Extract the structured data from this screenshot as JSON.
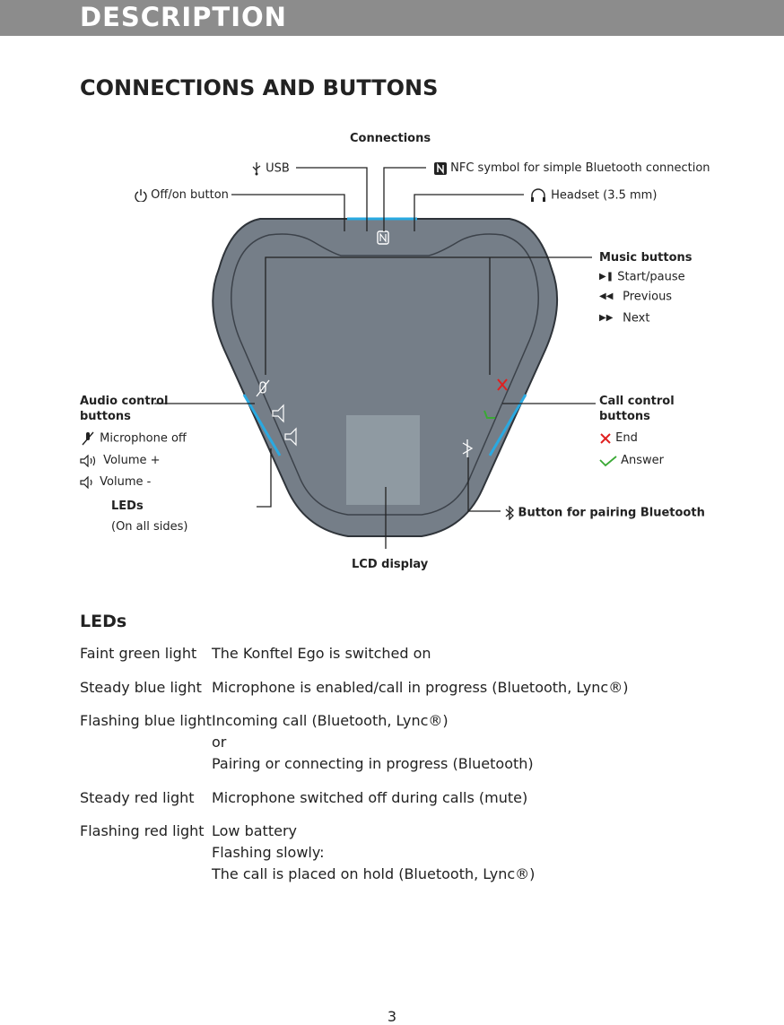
{
  "header": {
    "title": "DESCRIPTION"
  },
  "section": {
    "title": "CONNECTIONS AND BUTTONS"
  },
  "diagram": {
    "connections_title": "Connections",
    "usb": "USB",
    "nfc": "NFC symbol for simple Bluetooth connection",
    "power": "Off/on button",
    "headset": "Headset (3.5 mm)",
    "music_title": "Music buttons",
    "music_items": [
      "Start/pause",
      "Previous",
      "Next"
    ],
    "audio_title_1": "Audio control",
    "audio_title_2": "buttons",
    "audio_items": [
      "Microphone off",
      "Volume +",
      "Volume -"
    ],
    "leds_title": "LEDs",
    "leds_sub": "(On all sides)",
    "call_title_1": "Call control",
    "call_title_2": "buttons",
    "call_items": [
      "End",
      "Answer"
    ],
    "bt_pairing": "Button for pairing Bluetooth",
    "lcd": "LCD display",
    "colors": {
      "device": "#757e88",
      "led": "#29a9e1",
      "end": "#e02020",
      "answer": "#3aa935"
    }
  },
  "leds": {
    "title": "LEDs",
    "rows": [
      {
        "name": "Faint green light",
        "lines": [
          "The Konftel Ego is switched on"
        ]
      },
      {
        "name": "Steady blue light",
        "lines": [
          "Microphone is enabled/call in progress (Bluetooth, Lync®)"
        ]
      },
      {
        "name": "Flashing blue light",
        "lines": [
          "Incoming call (Bluetooth, Lync®)",
          "or",
          "Pairing or connecting in progress (Bluetooth)"
        ]
      },
      {
        "name": "Steady red light",
        "lines": [
          "Microphone switched off during calls (mute)"
        ]
      },
      {
        "name": "Flashing red light",
        "lines": [
          "Low battery",
          "Flashing slowly:",
          "The call is placed on hold (Bluetooth, Lync®)"
        ]
      }
    ]
  },
  "page_number": "3"
}
